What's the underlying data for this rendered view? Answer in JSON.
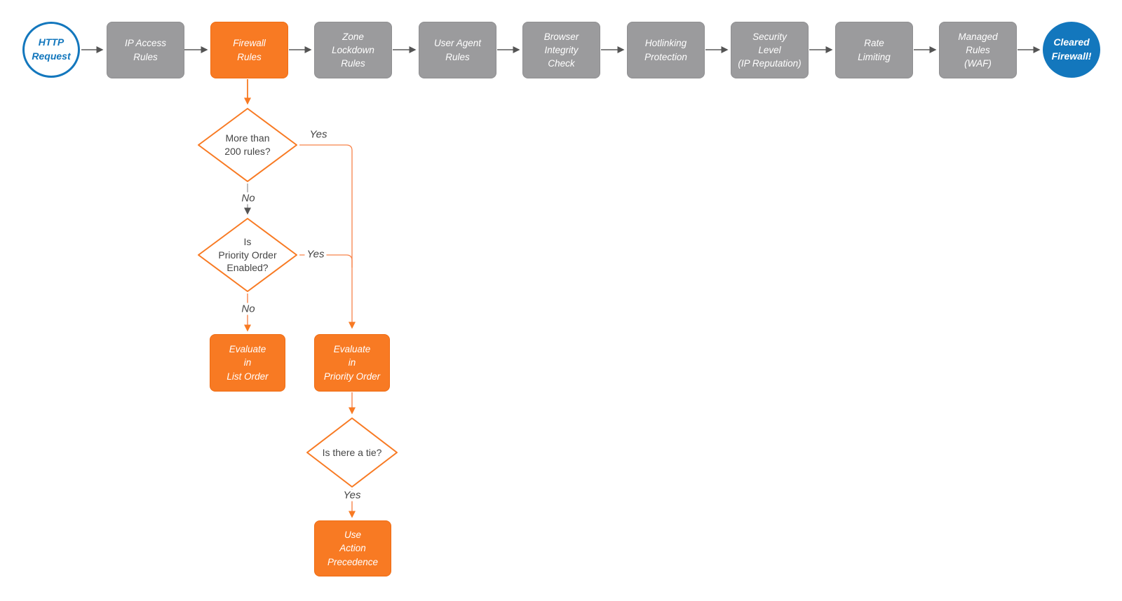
{
  "colors": {
    "accent_orange": "#F87A23",
    "node_gray": "#9B9B9D",
    "brand_blue": "#1377BD",
    "connector_gray": "#545454",
    "connector_light_gray": "#9f9fa1",
    "text_dark": "#454545",
    "text_light": "#FFFFFF",
    "background": "#FFFFFF"
  },
  "flow": {
    "start": {
      "label": "HTTP\nRequest"
    },
    "steps": [
      {
        "label": "IP Access\nRules"
      },
      {
        "label": "Firewall\nRules"
      },
      {
        "label": "Zone\nLockdown\nRules"
      },
      {
        "label": "User Agent\nRules"
      },
      {
        "label": "Browser\nIntegrity\nCheck"
      },
      {
        "label": "Hotlinking\nProtection"
      },
      {
        "label": "Security\nLevel\n(IP Reputation)"
      },
      {
        "label": "Rate\nLimiting"
      },
      {
        "label": "Managed\nRules\n(WAF)"
      }
    ],
    "end": {
      "label": "Cleared\nFirewall!"
    },
    "decisions": [
      {
        "label": "More than\n200 rules?"
      },
      {
        "label": "Is\nPriority Order\nEnabled?"
      },
      {
        "label": "Is there a tie?"
      }
    ],
    "actions": [
      {
        "label": "Evaluate\nin\nList Order"
      },
      {
        "label": "Evaluate\nin\nPriority Order"
      },
      {
        "label": "Use\nAction\nPrecedence"
      }
    ],
    "edge_labels": {
      "d1_yes": "Yes",
      "d1_no": "No",
      "d2_yes": "Yes",
      "d2_no": "No",
      "d3_yes": "Yes"
    }
  }
}
